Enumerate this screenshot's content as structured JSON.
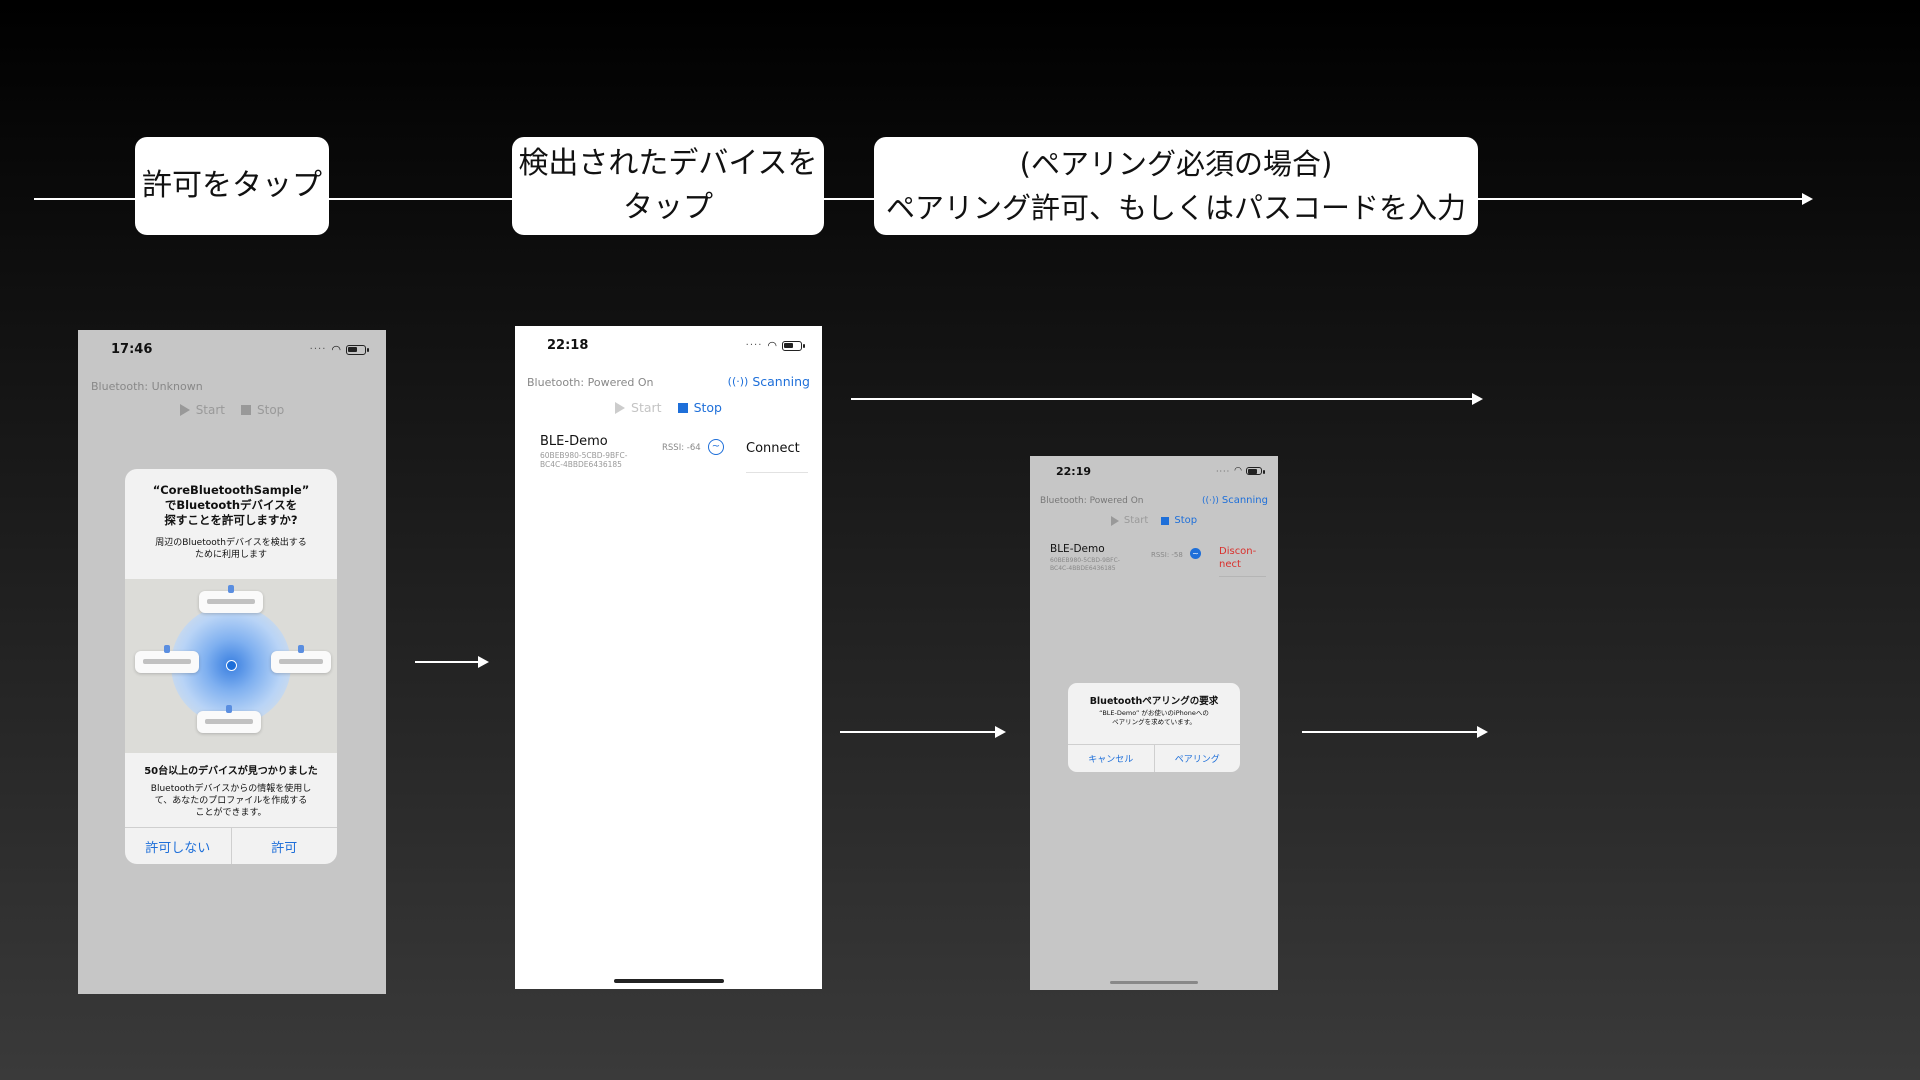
{
  "steps": {
    "step1": "許可をタップ",
    "step2_line1": "検出されたデバイスを",
    "step2_line2": "タップ",
    "step3_line1": "(ペアリング必須の場合)",
    "step3_line2": "ペアリング許可、もしくはパスコードを入力"
  },
  "phone1": {
    "time": "17:46",
    "bt_status": "Bluetooth: Unknown",
    "start_label": "Start",
    "stop_label": "Stop",
    "dialog": {
      "title_line1": "“CoreBluetoothSample”",
      "title_line2": "でBluetoothデバイスを",
      "title_line3": "探すことを許可しますか?",
      "desc_line1": "周辺のBluetoothデバイスを検出する",
      "desc_line2": "ために利用します",
      "found": "50台以上のデバイスが見つかりました",
      "info_line1": "Bluetoothデバイスからの情報を使用し",
      "info_line2": "て、あなたのプロファイルを作成する",
      "info_line3": "ことができます。",
      "deny": "許可しない",
      "allow": "許可"
    }
  },
  "phone2": {
    "time": "22:18",
    "bt_status": "Bluetooth: Powered On",
    "scanning": "Scanning",
    "start_label": "Start",
    "stop_label": "Stop",
    "device": {
      "name": "BLE-Demo",
      "uuid_line1": "60BEB980-5CBD-9BFC-",
      "uuid_line2": "BC4C-4BBDE6436185",
      "rssi": "RSSI: -64",
      "action": "Connect"
    }
  },
  "phone3": {
    "time": "22:19",
    "bt_status": "Bluetooth: Powered On",
    "scanning": "Scanning",
    "start_label": "Start",
    "stop_label": "Stop",
    "device": {
      "name": "BLE-Demo",
      "uuid_line1": "60BEB980-5CBD-9BFC-",
      "uuid_line2": "BC4C-4BBDE6436185",
      "rssi": "RSSI: -58",
      "action_line1": "Discon-",
      "action_line2": "nect"
    },
    "dialog": {
      "title": "Bluetoothペアリングの要求",
      "msg_line1": "“BLE-Demo” がお使いのiPhoneへの",
      "msg_line2": "ペアリングを求めています。",
      "cancel": "キャンセル",
      "pair": "ペアリング"
    }
  },
  "colors": {
    "accent": "#1e6fd9",
    "disconnect": "#d9302c",
    "phone_dim_bg": "#c6c6c6"
  }
}
